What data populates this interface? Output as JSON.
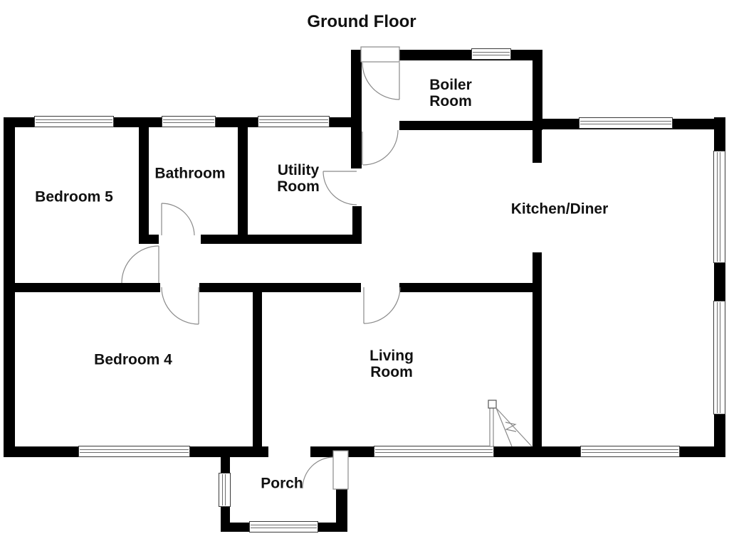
{
  "title": "Ground Floor",
  "colors": {
    "wall": "#000000",
    "background": "#ffffff",
    "line": "#8a8a8a",
    "text": "#111111"
  },
  "rooms": [
    {
      "id": "bedroom-5",
      "label": "Bedroom 5"
    },
    {
      "id": "bathroom",
      "label": "Bathroom"
    },
    {
      "id": "utility-room",
      "label": "Utility\nRoom"
    },
    {
      "id": "boiler-room",
      "label": "Boiler\nRoom"
    },
    {
      "id": "kitchen-diner",
      "label": "Kitchen/Diner"
    },
    {
      "id": "bedroom-4",
      "label": "Bedroom 4"
    },
    {
      "id": "living-room",
      "label": "Living\nRoom"
    },
    {
      "id": "porch",
      "label": "Porch"
    }
  ]
}
